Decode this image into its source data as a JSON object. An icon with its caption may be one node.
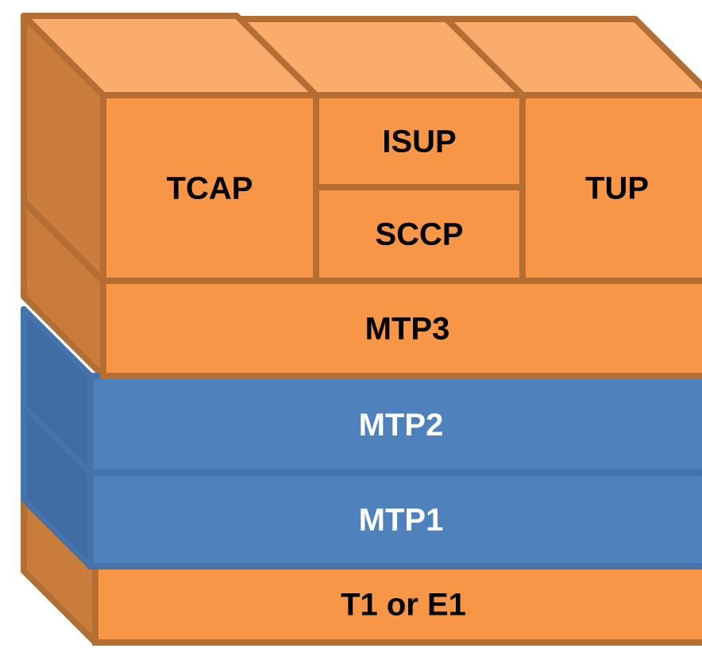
{
  "diagram": {
    "nodes": [
      {
        "text": [
          "TCAP"
        ]
      },
      {
        "text": [
          "ISUP"
        ]
      },
      {
        "text": [
          "SCCP"
        ]
      },
      {
        "text": [
          "TUP"
        ]
      },
      {
        "text": [
          "MTP3"
        ]
      },
      {
        "text": [
          "MTP2"
        ]
      },
      {
        "text": [
          "MTP1"
        ]
      },
      {
        "text": [
          "T1 or E1"
        ]
      }
    ]
  }
}
